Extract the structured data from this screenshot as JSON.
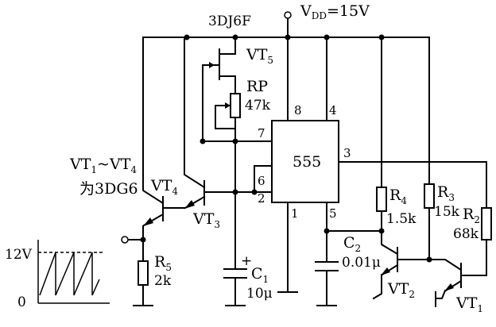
{
  "supply": {
    "vdd": "V",
    "vdd_sub": "DD",
    "vdd_eq": "=15V"
  },
  "ic": {
    "name": "555",
    "pins": {
      "p8": "8",
      "p4": "4",
      "p7": "7",
      "p6": "6",
      "p2": "2",
      "p1": "1",
      "p5": "5",
      "p3": "3"
    }
  },
  "parts": {
    "fet_type": "3DJ6F",
    "vt5": {
      "main": "VT",
      "sub": "5"
    },
    "rp": {
      "name": "RP",
      "value": "47k"
    },
    "vt4": {
      "main": "VT",
      "sub": "4"
    },
    "vt3": {
      "main": "VT",
      "sub": "3"
    },
    "vt2": {
      "main": "VT",
      "sub": "2"
    },
    "vt1": {
      "main": "VT",
      "sub": "1"
    },
    "r5": {
      "main": "R",
      "sub": "5",
      "value": "2k"
    },
    "c1": {
      "main": "C",
      "sub": "1",
      "value": "10μ",
      "plus": "+"
    },
    "c2": {
      "main": "C",
      "sub": "2",
      "value": "0.01μ"
    },
    "r4": {
      "main": "R",
      "sub": "4",
      "value": "1.5k"
    },
    "r3": {
      "main": "R",
      "sub": "3",
      "value": "15k"
    },
    "r2": {
      "main": "R",
      "sub": "2",
      "value": "68k"
    }
  },
  "note": {
    "line1_a": "VT",
    "line1_a_sub": "1",
    "line1_mid": "~VT",
    "line1_b_sub": "4",
    "line2": "为3DG6"
  },
  "waveform": {
    "high": "12V",
    "low": "0"
  }
}
